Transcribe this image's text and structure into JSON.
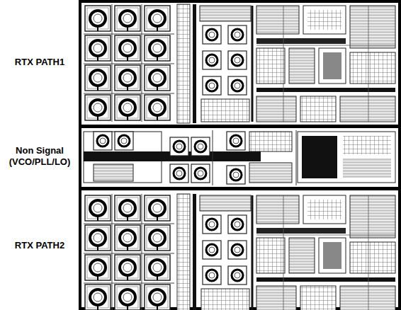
{
  "diagram": {
    "labels": [
      "RTX PATH1",
      "Non Signal (VCO/PLL/LO)",
      "RTX PATH2"
    ]
  }
}
